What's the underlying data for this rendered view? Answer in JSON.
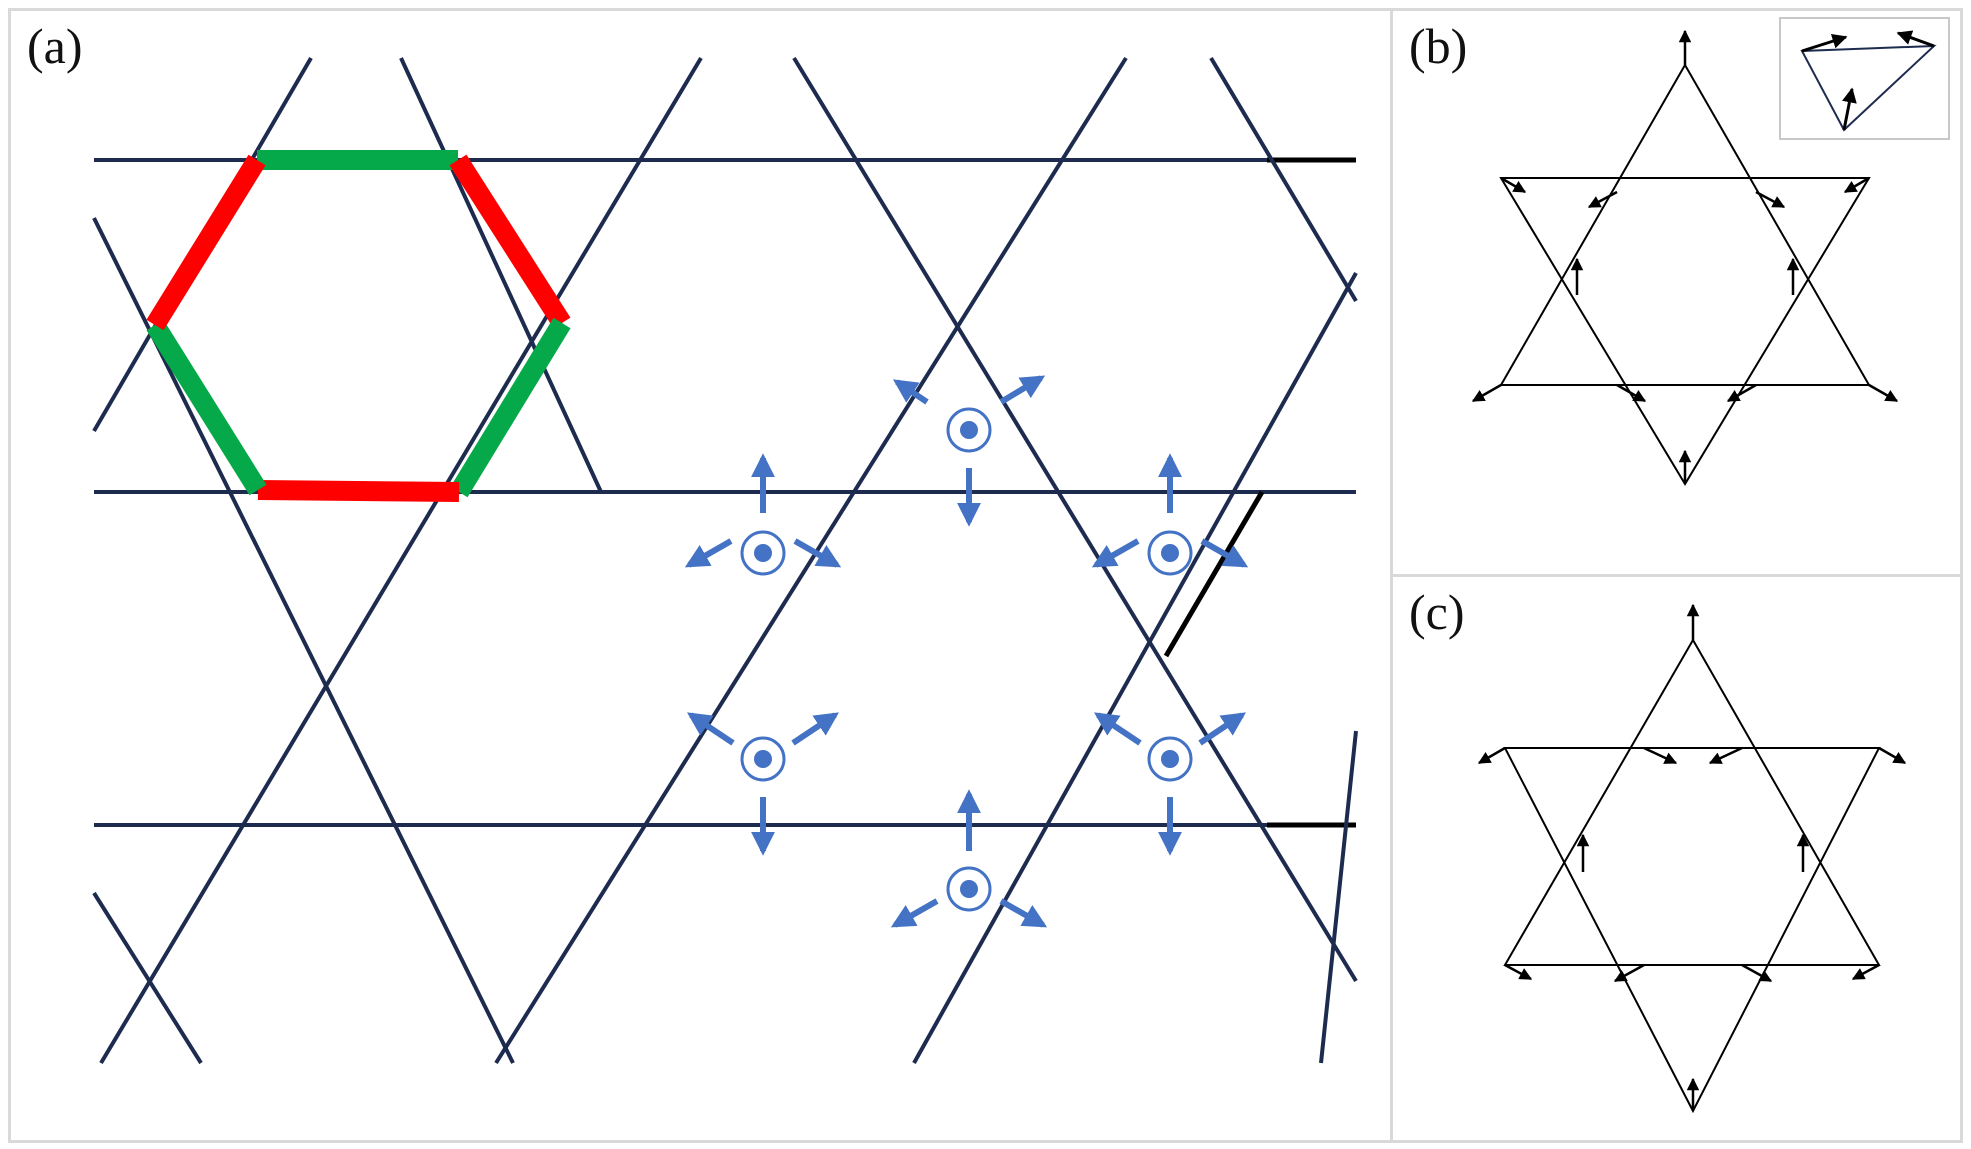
{
  "panels": {
    "a": {
      "label": "(a)"
    },
    "b": {
      "label": "(b)"
    },
    "c": {
      "label": "(c)"
    }
  },
  "colors": {
    "lattice": "#1d2b4f",
    "bond_red": "#ff0000",
    "bond_green": "#06a94a",
    "spin_blue": "#4472c4",
    "frame": "#d9d9d9",
    "ink": "#000000"
  }
}
